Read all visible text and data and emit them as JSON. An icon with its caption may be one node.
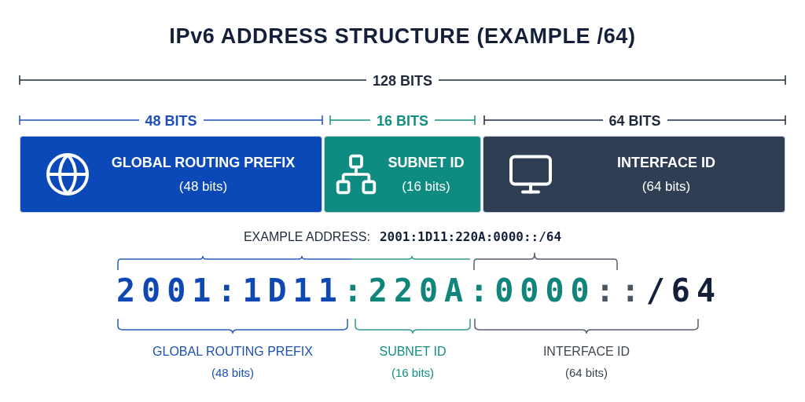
{
  "diagram": {
    "title": "IPv6 ADDRESS STRUCTURE (EXAMPLE /64)",
    "nodes": [
      {
        "text": [
          "GLOBAL ROUTING PREFIX",
          "(48 bits)"
        ]
      },
      {
        "text": [
          "SUBNET ID",
          "(16 bits)"
        ]
      },
      {
        "text": [
          "INTERFACE ID",
          "(64 bits)"
        ]
      }
    ],
    "labels": [
      "128 BITS",
      "48 BITS",
      "16 BITS",
      "64 BITS",
      "EXAMPLE ADDRESS:",
      "2001:1D11:220A:0000::/64",
      "2001:1D11",
      ":220A:0000",
      "::",
      "/64",
      "GLOBAL ROUTING PREFIX",
      "(48 bits)",
      "SUBNET ID",
      "(16 bits)",
      "INTERFACE ID",
      "(64 bits)"
    ]
  }
}
